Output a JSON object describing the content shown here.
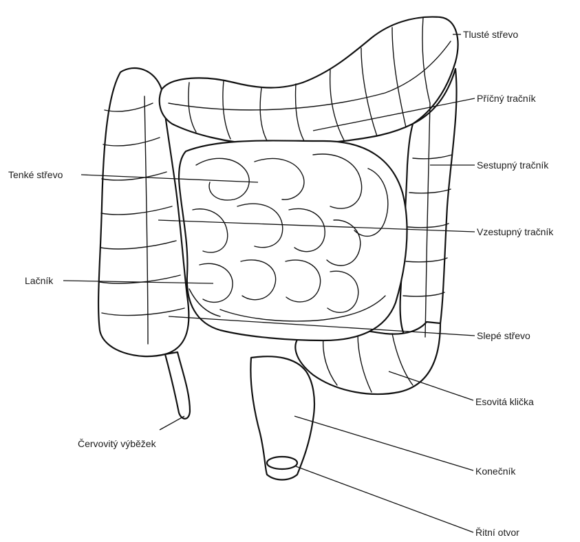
{
  "labels": {
    "tluste_strevo": "Tlusté střevo",
    "pricny_tracnik": "Příčný tračník",
    "sestupny_tracnik": "Sestupný tračník",
    "tenke_strevo": "Tenké střevo",
    "vzestupny_tracnik": "Vzestupný tračník",
    "lacnik": "Lačník",
    "slepe_strevo": "Slepé střevo",
    "esovita_klicka": "Esovitá klička",
    "cervovity_vybezek": "Červovitý výběžek",
    "konecnik": "Konečník",
    "ritni_otvor": "Řitní otvor"
  },
  "colors": {
    "line": "#111111",
    "background": "#ffffff",
    "text": "#1a1a1a"
  }
}
